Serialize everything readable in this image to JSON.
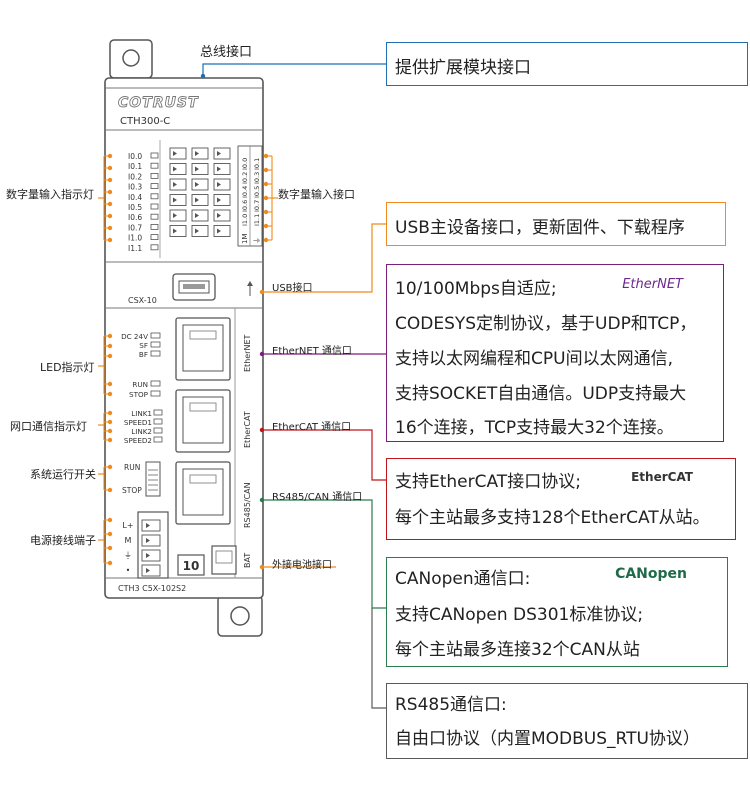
{
  "device": {
    "brand": "COTRUST",
    "model": "CTH300-C",
    "module_label": "CSX-10",
    "bottom_label": "CTH3 C5X-102S2",
    "led_number": "10",
    "bat_label": "BAT",
    "di_left_labels": [
      "I0.0",
      "I0.1",
      "I0.2",
      "I0.3",
      "I0.4",
      "I0.5",
      "I0.6",
      "I0.7",
      "I1.0",
      "I1.1"
    ],
    "term_right_col1": [
      "I0.0",
      "I0.2",
      "I0.4",
      "I0.6",
      "I1.0"
    ],
    "term_right_col2": [
      "I0.1",
      "I0.3",
      "I0.5",
      "I0.7",
      "I1.1"
    ],
    "term_extra": [
      "1M",
      "⏚"
    ],
    "status_leds": [
      "DC 24V",
      "SF",
      "BF",
      "RUN",
      "STOP"
    ],
    "net_leds": [
      "LINK1",
      "SPEED1",
      "LINK2",
      "SPEED2"
    ],
    "switch_labels": [
      "RUN",
      "STOP"
    ],
    "power_labels": [
      "L+",
      "M",
      "⏚",
      "•"
    ],
    "port_labels": [
      "EtherNET",
      "EtherCAT",
      "RS485/CAN"
    ]
  },
  "labels_left": {
    "di_indicator": "数字量输入指示灯",
    "led_indicator": "LED指示灯",
    "net_indicator": "网口通信指示灯",
    "run_switch": "系统运行开关",
    "power_terminal": "电源接线端子"
  },
  "labels_right": {
    "bus": "总线接口",
    "di_port": "数字量输入接口",
    "usb": "USB接口",
    "ethernet": "EtherNET 通信口",
    "ethercat": "EtherCAT 通信口",
    "rs485": "RS485/CAN 通信口",
    "battery": "外接电池接口"
  },
  "callouts": {
    "bus": {
      "lines": [
        "提供扩展模块接口"
      ]
    },
    "usb": {
      "lines": [
        "USB主设备接口，更新固件、下载程序"
      ]
    },
    "ethernet": {
      "logo": "EtherNET",
      "lines": [
        "10/100Mbps自适应;",
        "CODESYS定制协议，基于UDP和TCP，",
        "支持以太网编程和CPU间以太网通信,",
        "支持SOCKET自由通信。UDP支持最大",
        "16个连接，TCP支持最大32个连接。"
      ]
    },
    "ethercat": {
      "logo": "EtherCAT",
      "lines": [
        "支持EtherCAT接口协议;",
        "每个主站最多支持128个EtherCAT从站。"
      ]
    },
    "canopen": {
      "logo": "CANopen",
      "lines": [
        "CANopen通信口:",
        "支持CANopen DS301标准协议;",
        "每个主站最多连接32个CAN从站"
      ]
    },
    "rs485": {
      "lines": [
        "RS485通信口:",
        "自由口协议（内置MODBUS_RTU协议）"
      ]
    }
  },
  "colors": {
    "blue": "#1f6fb5",
    "orange": "#f08a1c",
    "purple": "#7a1f7a",
    "red": "#c0161b",
    "green": "#2a7b4e",
    "gray": "#5a5a5a",
    "device_stroke": "#555555"
  }
}
